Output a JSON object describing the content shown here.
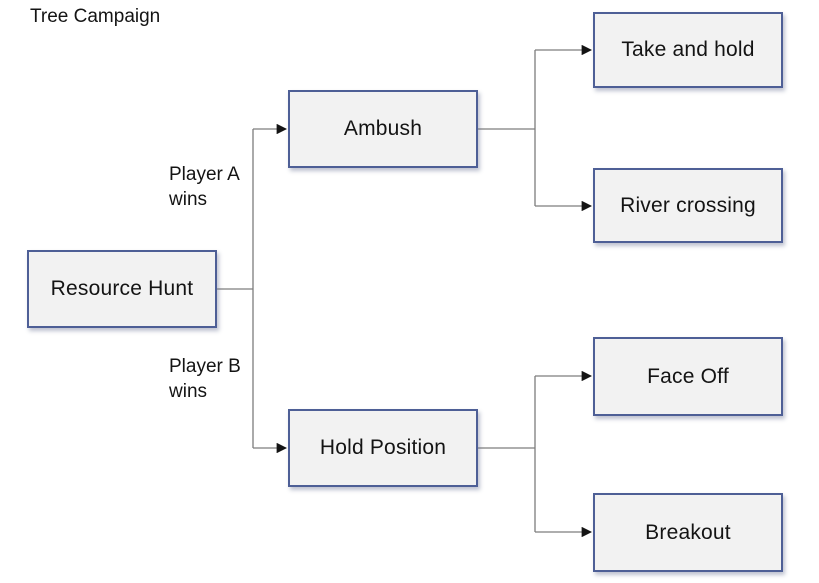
{
  "title": "Tree Campaign",
  "diagram": {
    "type": "tree",
    "nodes": [
      {
        "id": "resource-hunt",
        "label": "Resource Hunt",
        "level": 0,
        "parent": null
      },
      {
        "id": "ambush",
        "label": "Ambush",
        "level": 1,
        "parent": "resource-hunt",
        "branch_label": "Player A wins"
      },
      {
        "id": "hold-position",
        "label": "Hold Position",
        "level": 1,
        "parent": "resource-hunt",
        "branch_label": "Player B wins"
      },
      {
        "id": "take-and-hold",
        "label": "Take and hold",
        "level": 2,
        "parent": "ambush"
      },
      {
        "id": "river-crossing",
        "label": "River crossing",
        "level": 2,
        "parent": "ambush"
      },
      {
        "id": "face-off",
        "label": "Face Off",
        "level": 2,
        "parent": "hold-position"
      },
      {
        "id": "breakout",
        "label": "Breakout",
        "level": 2,
        "parent": "hold-position"
      }
    ],
    "edge_labels": [
      {
        "id": "player-a-wins",
        "lines": [
          "Player A",
          "wins"
        ]
      },
      {
        "id": "player-b-wins",
        "lines": [
          "Player B",
          "wins"
        ]
      }
    ],
    "colors": {
      "node_fill": "#f2f2f2",
      "node_border": "#4e5f96",
      "connector": "#7d7d7d",
      "arrowhead": "#141414",
      "text": "#141414",
      "background": "#ffffff"
    }
  }
}
